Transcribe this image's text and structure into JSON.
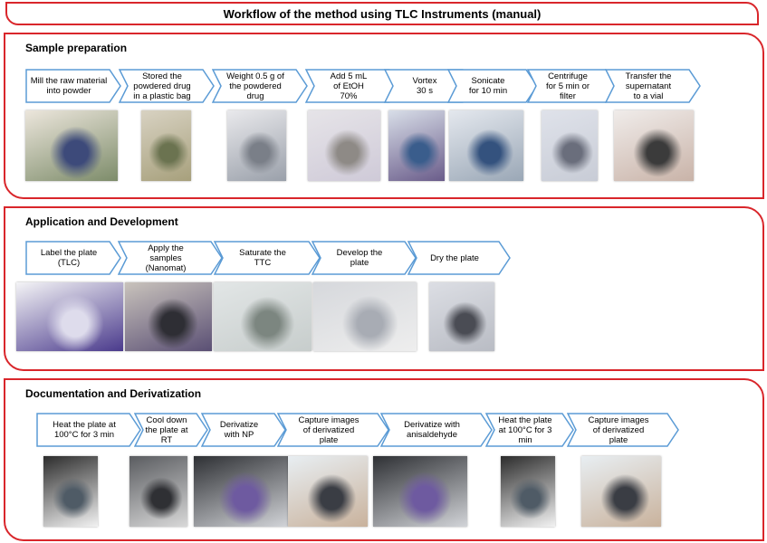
{
  "title": "Workflow of the method using TLC Instruments (manual)",
  "colors": {
    "frame": "#d9262b",
    "arrow_border": "#5b9bd5",
    "arrow_fill": "#ffffff"
  },
  "sections": [
    {
      "title": "Sample preparation",
      "steps": [
        "Mill the raw material\ninto powder",
        "Stored the\npowdered drug\nin a plastic bag",
        "Weight 0.5 g of\nthe powdered\ndrug",
        "Add 5 mL\nof EtOH\n70%",
        "Vortex\n30 s",
        "Sonicate\nfor 10 min",
        "Centrifuge\nfor 5 min or\nfilter",
        "Transfer the\nsupernatant\nto a vial"
      ]
    },
    {
      "title": "Application and Development",
      "steps": [
        "Label the plate\n(TLC)",
        "Apply the\nsamples\n(Nanomat)",
        "Saturate the\nTTC",
        "Develop the\nplate",
        "Dry the plate"
      ]
    },
    {
      "title": "Documentation and Derivatization",
      "steps": [
        "Heat the plate at\n100°C for 3 min",
        "Cool down\nthe plate at\nRT",
        "Derivatize\nwith NP",
        "Capture images\nof derivatized\nplate",
        "Derivatize with\nanisaldehyde",
        "Heat the plate\nat 100°C for 3\nmin",
        "Capture images\nof derivatized\nplate"
      ]
    }
  ],
  "photos": [
    {
      "name": "photo-milling",
      "colors": [
        "#ece6dc",
        "#7d8c6a",
        "#3d4a7a"
      ]
    },
    {
      "name": "photo-plastic-bag",
      "colors": [
        "#d8d2c2",
        "#a7a07c",
        "#6b7350"
      ]
    },
    {
      "name": "photo-balance",
      "colors": [
        "#e9e9ec",
        "#9aa0aa",
        "#7a7f88"
      ]
    },
    {
      "name": "photo-ethanol-tubes",
      "colors": [
        "#e6e4e8",
        "#cfcad8",
        "#8e8a86"
      ]
    },
    {
      "name": "photo-vortex",
      "colors": [
        "#d8dee8",
        "#6a5c8a",
        "#3a5d8c"
      ]
    },
    {
      "name": "photo-sonicator",
      "colors": [
        "#e4e8ee",
        "#9aa7b6",
        "#34527e"
      ]
    },
    {
      "name": "photo-centrifuge",
      "colors": [
        "#dfe2ea",
        "#c8ccd6",
        "#6a6e7c"
      ]
    },
    {
      "name": "photo-vial",
      "colors": [
        "#f0ecea",
        "#c9b3a8",
        "#3b3b3b"
      ]
    },
    {
      "name": "photo-label-plate",
      "colors": [
        "#f4f4f6",
        "#4a3a8c",
        "#dedcec"
      ]
    },
    {
      "name": "photo-nanomat",
      "colors": [
        "#c9c3bc",
        "#5a4f74",
        "#2e2e34"
      ]
    },
    {
      "name": "photo-ttc",
      "colors": [
        "#e2e6e6",
        "#c7cdcc",
        "#7c8680"
      ]
    },
    {
      "name": "photo-develop",
      "colors": [
        "#d6d8dc",
        "#eeeeee",
        "#a8acb4"
      ]
    },
    {
      "name": "photo-dry",
      "colors": [
        "#dcdee4",
        "#b9bcc4",
        "#4a4c54"
      ]
    },
    {
      "name": "photo-heat-plate-1",
      "colors": [
        "#2c2c2c",
        "#f2f2f2",
        "#4f5b66"
      ]
    },
    {
      "name": "photo-cool-plate",
      "colors": [
        "#5a5c60",
        "#d8d8d8",
        "#2f3034"
      ]
    },
    {
      "name": "photo-derivatize-np",
      "colors": [
        "#2e3034",
        "#d2d4d8",
        "#6e5aa0"
      ]
    },
    {
      "name": "photo-capture-1",
      "colors": [
        "#e8eef2",
        "#c9b29c",
        "#3a3d44"
      ]
    },
    {
      "name": "photo-derivatize-anis",
      "colors": [
        "#2e3034",
        "#d2d4d8",
        "#6e5aa0"
      ]
    },
    {
      "name": "photo-heat-plate-2",
      "colors": [
        "#2c2c2c",
        "#f2f2f2",
        "#4f5b66"
      ]
    },
    {
      "name": "photo-capture-2",
      "colors": [
        "#e8eef2",
        "#c9b29c",
        "#3a3d44"
      ]
    }
  ]
}
